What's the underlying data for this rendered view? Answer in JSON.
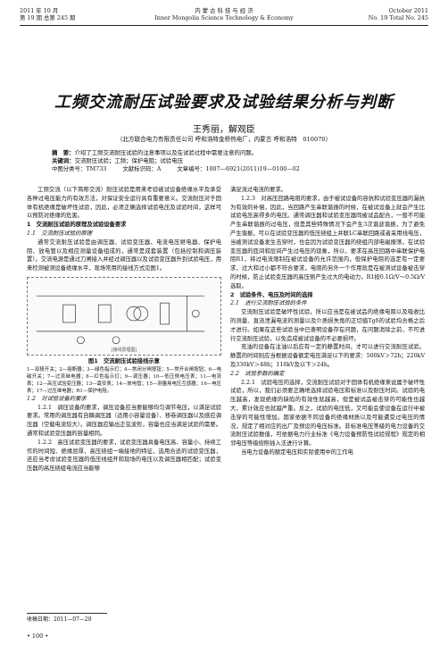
{
  "header": {
    "left": [
      "2011 年 10 月",
      "第 19 期 总第 245 期"
    ],
    "center": [
      "内 蒙 古 科 技 与 经 济",
      "Inner Mongolia Science Technology & Economy"
    ],
    "right": [
      "October 2011",
      "No. 19 Total No. 245"
    ]
  },
  "title": "工频交流耐压试验要求及试验结果分析与判断",
  "authors": "王秀丽，解观臣",
  "affiliation": "（北方联合电力有限责任公司 呼和浩特金桥热电厂，内蒙古 呼和浩特　010070）",
  "abstract": {
    "label": "摘　要：",
    "text": "介绍了工频交流耐压试验的注意事项以及在试验过程中需要注意的问题。",
    "keywords_label": "关键词：",
    "keywords": "交流耐压试验；工频；保护电阻；试验电压",
    "clc": "中图分类号：TM733",
    "doc_code": "文献标识码：A",
    "article_no": "文章编号：1007—6921(2011)19—0100—02"
  },
  "left_col": {
    "intro": "工频交流（以下简称交流）耐压试验是用来考验被试设备绝缘水平及承受各种过电压能力的有效方法，对保证安全运行具有重要意义。交流耐压对于固体有机绝缘是破坏性试验，因此，必须正确选择试验电压及试验时间，这样可以预防对绝缘的危害。",
    "s1": "1　交流耐压试验的原理及试验设备要求",
    "s11": "1.1　交流耐压试验的原理",
    "s11_text": "通常交流耐压试验是由调压器、试验变压器、电流电压继电器、保护电阻、放电管以及相应测量设备组成的，通常是成套装置（包括控制和调压装置）。交流电源是通过刀闸接入并经过调压器以及试验变压器升到试验电压，用来检测被测设备绝缘水平，现场常用的接线方式见图1。",
    "fig_label": "[接线原理图]",
    "fig_caption": "图1　交流耐压试验接线示意",
    "fig_legend": "1—双极开关；2—熔断器；3—绿色指示灯；4—常闭分闸按钮；5—常开合闸按钮；6—电磁开关；7—过流继电器；8—红色指示灯；9—调压器；10—低压侧电压表；11—电流表；12—高压试验变压器；13—毫安表；14—放电管；15—测量用电压互感器；16—电压表；17—过压继电器；R1—保护电阻。",
    "s12": "1.2　对试验设备的要求",
    "s121": "1.2.1　调压设备的要求，调压设备应当要能够均匀调节电压，以满足试验要求。常用的调压器有自耦调压器（适用小容量设备）、移卷调压器以及感应调压器（空载电流较大）。调压器应输出正弦波形，容量也应当满足试验的需要。通常和试验变压器的容量相同。",
    "s122": "1.2.2　高压试验变压器的要求，试验变压器具备电压高、容量小、持续工作的时间短、绝缘层厚、高压绕组一端接地的特征，选用合适的试验变压器，还应当考虑试验变压器的低压线组开和现场的电压以及调压器相匹配；试验变压器的高压绕组电流应当能够"
  },
  "right_col": {
    "p0": "满足流过电流的要求。",
    "s123": "1.2.3　对高压回路电阻的要求，由于被试设备的容抗和试验变压器的漏抗为有效的补偿，因此，当回路产生串联谐振的时候，在被试设备上就会产生比试验电压高得多的电压。通常调压器和试验变压器同被试品配合，一般不可能产生串联谐振的过电压，但是其些特殊情况下会产生3次谐波谐振，为了避免产生谐振，可以在试验变压器的低压绕组上并联LC串联回路或者采用线电压，当被测试设备发生击穿时，也会因为试验变压器的绕组内部电磁振荡，在试验变压器的匝间和层间产生过电压的现象，所以，要求在高压回路中串联保护电阻R1，将过电流限制在被试设备的允许范围内，但保护电阻的选定有一定要求，过大和过小都不符合要求，电阻的另外一个作用就是在被测试设备被击穿的时候，防止试验变压器的高压侧产生过大的电动力，R1按0.1Ω/V～0.5Ω/V选取。",
    "s2": "2　试验条件、电压及时间的选择",
    "s21": "2.1　进行交流耐压试验的条件",
    "s21_text1": "交流耐压试验是破坏性试验，所以应当是在被试品的绝缘电阻以及吸收比的测量、直流泄漏电流的测量以及介质损失角的正切值Tgδ的试验均合格之后才进行。如果在这些试验当中已查明设备存在问题，在问题消除之前，不可进行交流耐压试验，以免造成被试设备的不必要损坏。",
    "s21_text2": "充油的设备在注油以后应有一定的静置时间，才可以进行交流耐压试验。静置的时间则应当根据设备额定电压满足以下的要求：500kV＞72h；220kV及330kV＞48h；110kV及以下＞24h。",
    "s22": "2.2　试验参数的确定",
    "s221": "2.2.1　试验电压的选择，交流耐压试验对于固体有机绝缘来说属于破坏性试验，所以，我们必须要正确地选择试验电压和标准以及耐压时间。试验的电压越高，发现绝缘的缺陷的有效性就越高，但是被试品被击穿的可能性也越大，累计效应也就越严重。反之，试验的电压低，又可能会使设备在运行中被击穿的可能性增加。国家依据不同设备的绝缘材质以及可能遭受过电压的情况，规定了相对应的出厂及预设的电压标准。非标准电压等级的电力设备的交流耐压试验数值，可依据电力行业标准《电力设备预防性试验规程》规定的相邻电压等级按照插入法进行计算。",
    "s221_tail": "当电力设备的额定电压和实际使用中的工作电"
  },
  "footnote": "收稿日期：2011—07—28",
  "page_number": "• 100 •"
}
